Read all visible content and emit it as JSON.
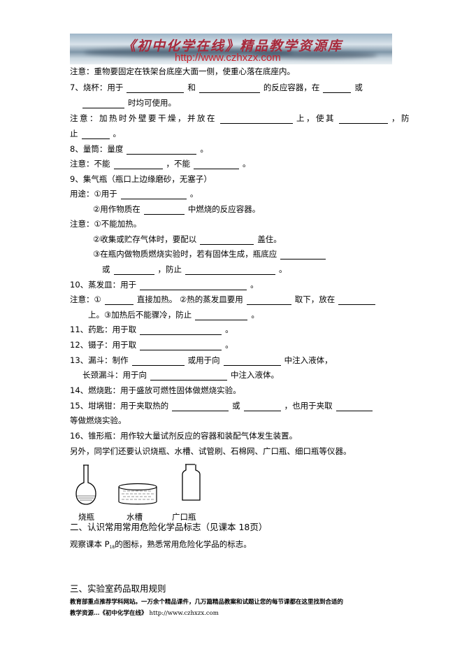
{
  "banner": {
    "title": "《初中化学在线》精品教学资源库",
    "url": "http://www.czhxzx.com"
  },
  "lines": [
    {
      "segs": [
        "注意：重物要固定在铁架台底座大面一侧，使重心落在底座内。"
      ]
    },
    {
      "segs": [
        "7、烧杯：用于",
        "和",
        "的反应容器，在",
        "或"
      ]
    },
    {
      "segs": [
        "",
        "时均可使用。"
      ]
    },
    {
      "segs": [
        "注意：加热时外壁要干燥，并放在",
        "上，使其",
        "，防"
      ]
    },
    {
      "segs": [
        "止",
        "。"
      ]
    },
    {
      "segs": [
        "8、量筒：量度",
        "。"
      ]
    },
    {
      "segs": [
        "注意：不能",
        "，不能",
        "。"
      ]
    },
    {
      "segs": [
        "9、集气瓶（瓶口上边缘磨砂，无塞子）"
      ]
    },
    {
      "segs": [
        "用途：①用于",
        "。"
      ]
    },
    {
      "segs": [
        "②用作物质在",
        "中燃烧的反应容器。"
      ]
    },
    {
      "segs": [
        "注意：①不能加热。"
      ]
    },
    {
      "segs": [
        "②收集或贮存气体时，要配以",
        "盖住。"
      ]
    },
    {
      "segs": [
        "③在瓶内做物质燃烧实验时，若有固体生成，瓶底应",
        ""
      ]
    },
    {
      "segs": [
        "或",
        "，防止",
        "。"
      ]
    },
    {
      "segs": [
        "10、蒸发皿：用于",
        "。"
      ]
    },
    {
      "segs": [
        "注意：①",
        "直接加热。 ②热的蒸发皿要用",
        "取下，放在",
        ""
      ]
    },
    {
      "segs": [
        "上。③加热后不能骤冷，防止",
        "。"
      ]
    },
    {
      "segs": [
        "11、药匙：用于取",
        "。"
      ]
    },
    {
      "segs": [
        "12、镊子：用于取",
        "。"
      ]
    },
    {
      "segs": [
        "13、漏斗：制作",
        "或用于向",
        "中注入液体，"
      ]
    },
    {
      "segs": [
        "长颈漏斗：用于向",
        "中注入液体。"
      ]
    },
    {
      "segs": [
        "14、燃烧匙：用于盛放可燃性固体做燃烧实验。"
      ]
    },
    {
      "segs": [
        "15、坩埚钳：用于夹取热的",
        "或",
        "，也用于夹取",
        ""
      ]
    },
    {
      "segs": [
        "等做燃烧实验。"
      ]
    },
    {
      "segs": [
        "16、锥形瓶：用作较大量试剂反应的容器和装配气体发生装置。"
      ]
    },
    {
      "segs": [
        "另外，同学们还要认识烧瓶、水槽、试管刷、石棉网、广口瓶、细口瓶等仪器。"
      ]
    }
  ],
  "figures": {
    "flask": "烧瓶",
    "trough": "水槽",
    "jar": "广口瓶"
  },
  "section2": {
    "title": "二、认识常用常用危险化学品标志（见课本 18页）",
    "body_pre": "观察课本 P",
    "body_sub": "18",
    "body_post": "的图标，熟悉常用危险化学品的标志。"
  },
  "section3": {
    "title": "三、实验室药品取用规则"
  },
  "footer": {
    "line1": "教育部重点推荐学科网站。一万余个精品课件，几万篇精品教案和试题让您的每节课都在这里找到合适的",
    "line2": "教学资源…《初中化学在线》",
    "url": "http://www.czhxzx.com"
  }
}
